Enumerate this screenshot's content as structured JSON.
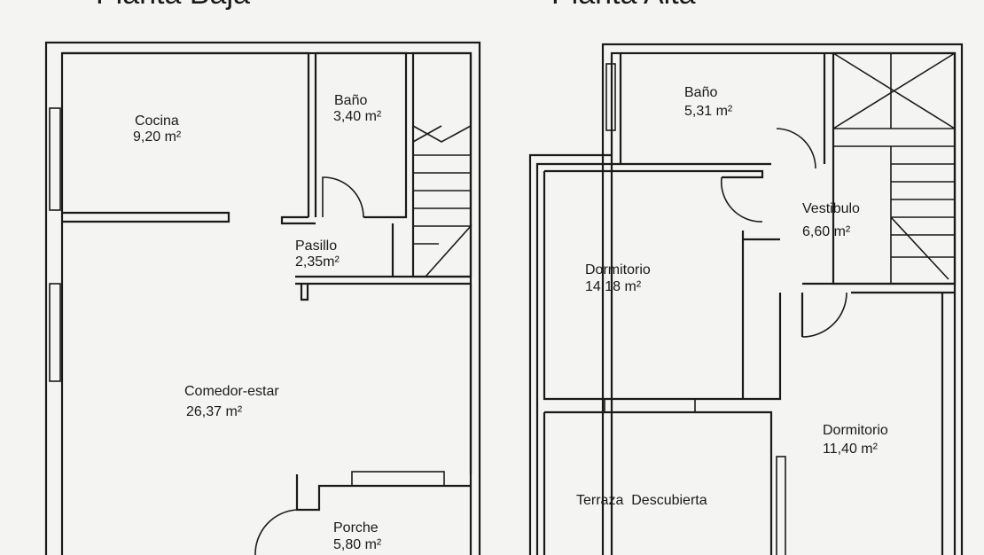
{
  "plans": [
    {
      "title": "Planta Baja",
      "rooms": [
        {
          "name": "Cocina",
          "area": "9,20 m²"
        },
        {
          "name": "Baño",
          "area": "3,40 m²"
        },
        {
          "name": "Pasillo",
          "area": "2,35m²"
        },
        {
          "name": "Comedor-estar",
          "area": "26,37 m²"
        },
        {
          "name": "Porche",
          "area": "5,80 m²"
        }
      ]
    },
    {
      "title": "Planta Alta",
      "rooms": [
        {
          "name": "Baño",
          "area": "5,31 m²"
        },
        {
          "name": "Vestibulo",
          "area": "6,60 m²"
        },
        {
          "name": "Dormitorio",
          "area": "14,18 m²"
        },
        {
          "name": "Dormitorio",
          "area": "11,40 m²"
        },
        {
          "name": "Terraza  Descubierta",
          "area": ""
        }
      ]
    }
  ]
}
